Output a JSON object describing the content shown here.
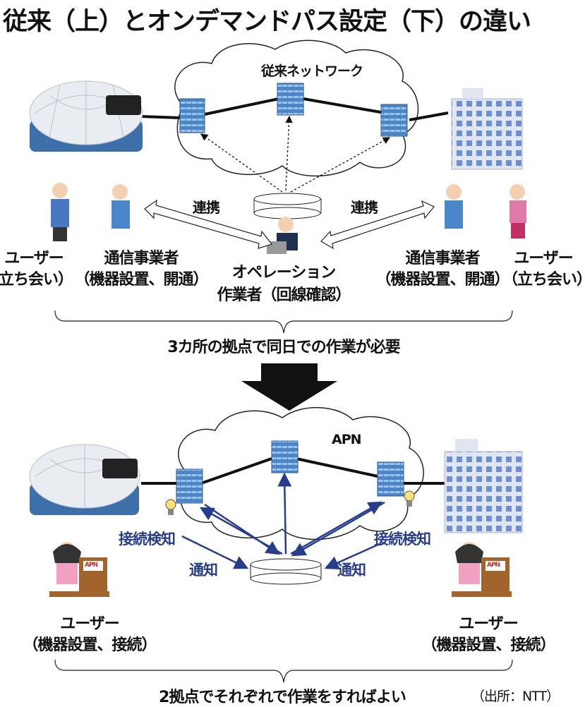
{
  "title": "従来（上）とオンデマンドパス設定（下）の違い",
  "top": {
    "network_label": "従来ネットワーク",
    "link_left": "連携",
    "link_right": "連携",
    "user_left": {
      "name": "ユーザー",
      "role": "（立ち会い）"
    },
    "carrier_left": {
      "name": "通信事業者",
      "role": "（機器設置、開通）"
    },
    "operator": {
      "name": "オペレーション",
      "role": "作業者（回線確認）"
    },
    "carrier_right": {
      "name": "通信事業者",
      "role": "（機器設置、開通）"
    },
    "user_right": {
      "name": "ユーザー",
      "role": "（立ち会い）"
    },
    "summary": "3カ所の拠点で同日での作業が必要"
  },
  "bottom": {
    "network_label": "APN",
    "detect_left": "接続検知",
    "detect_right": "接続検知",
    "notify_left": "通知",
    "notify_right": "通知",
    "box_label": "APN",
    "user_left": {
      "name": "ユーザー",
      "role": "（機器設置、接続）"
    },
    "user_right": {
      "name": "ユーザー",
      "role": "（機器設置、接続）"
    },
    "summary": "2拠点でそれぞれで作業をすればよい"
  },
  "source": "（出所：NTT）",
  "colors": {
    "router": "#4a86c8",
    "notify_arrow": "#283c8c",
    "building": "#6b8fd0"
  }
}
